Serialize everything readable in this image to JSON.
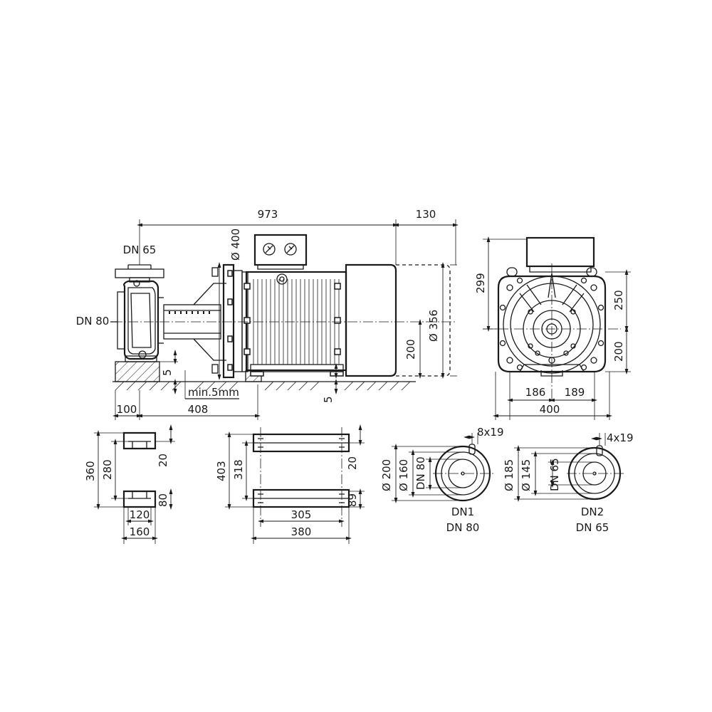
{
  "side_view": {
    "dn_top": "DN 65",
    "dn_left": "DN 80",
    "dim_total": "973",
    "dim_end": "130",
    "dim_flange_dia": "Ø 400",
    "dim_motor_dia": "Ø 356",
    "dim_axis_height": "200",
    "dim_gap_left": "5",
    "dim_gap_right": "5",
    "min_gap": "min.5mm",
    "dim_base_left": "100",
    "dim_base_span": "408"
  },
  "end_view": {
    "dim_height_total": "299",
    "dim_upper": "250",
    "dim_lower": "200",
    "dim_left_half": "186",
    "dim_right_half": "189",
    "dim_width": "400"
  },
  "foot_left": {
    "dim_outer": "360",
    "dim_inner": "280",
    "dim_top_thk": "20",
    "dim_bottom_thk": "80",
    "dim_hole_span": "120",
    "dim_width": "160"
  },
  "foot_right": {
    "dim_outer": "403",
    "dim_inner": "318",
    "dim_top_thk": "20",
    "dim_bottom_thk": "89",
    "dim_hole_span": "305",
    "dim_width": "380"
  },
  "flange_dn1": {
    "bolts": "8x19",
    "dia_outer": "Ø 200",
    "dia_bolt": "Ø 160",
    "dn_inner": "DN 80",
    "label_1": "DN1",
    "label_2": "DN 80"
  },
  "flange_dn2": {
    "bolts": "4x19",
    "dia_outer": "Ø 185",
    "dia_bolt": "Ø 145",
    "dn_inner": "DN 65",
    "label_1": "DN2",
    "label_2": "DN 65"
  }
}
